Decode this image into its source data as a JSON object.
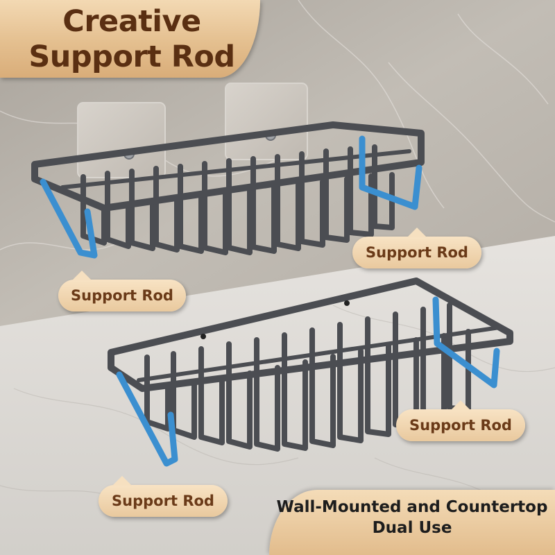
{
  "title": {
    "line1": "Creative",
    "line2": "Support Rod"
  },
  "callouts": {
    "rack1_right": "Support Rod",
    "rack1_left": "Support Rod",
    "rack2_right": "Support Rod",
    "rack2_left": "Support Rod"
  },
  "banner": {
    "line1": "Wall-Mounted and Countertop",
    "line2": "Dual Use"
  },
  "colors": {
    "title_text": "#5a2f12",
    "callout_text": "#6a3a18",
    "banner_text": "#1d1d1d",
    "rack_metal": "#4b4d52",
    "support_rod": "#3b8fd0"
  }
}
